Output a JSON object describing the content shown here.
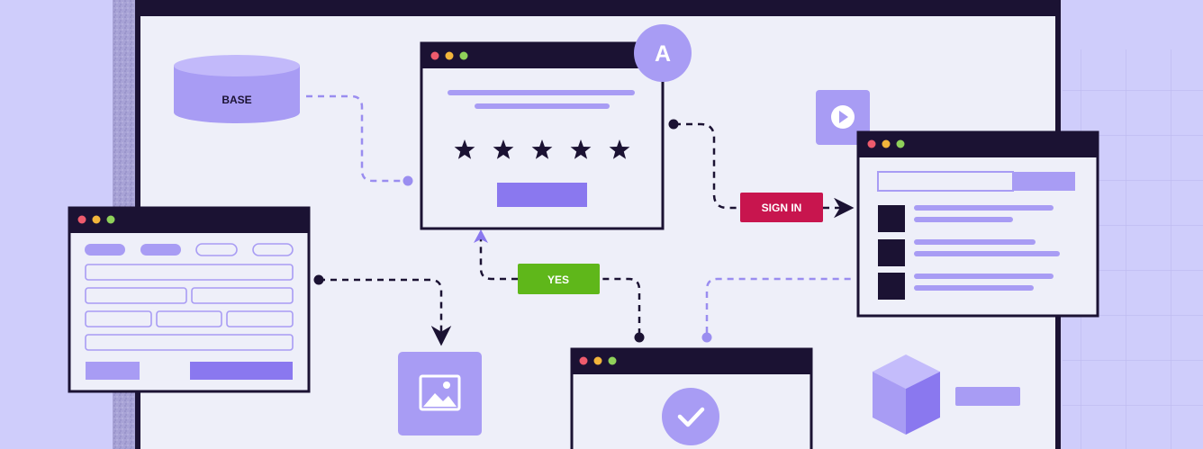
{
  "database": {
    "label": "BASE"
  },
  "avatar": {
    "letter": "A"
  },
  "badges": {
    "sign_in": "SIGN IN",
    "yes": "YES"
  },
  "colors": {
    "background": "#cfcdfb",
    "canvas": "#eeeff9",
    "ink": "#1b1233",
    "accent": "#a89cf4",
    "accent_dark": "#8a78ef",
    "sign_in_badge": "#c8154e",
    "yes_badge": "#5fb71a",
    "dot_red": "#ee5b6d",
    "dot_yellow": "#f2b53b",
    "dot_green": "#8fd15a"
  },
  "icons": [
    "play-icon",
    "image-icon",
    "checkmark-icon",
    "cube-icon",
    "star-icon",
    "database-icon"
  ],
  "rating": {
    "stars": 5
  }
}
